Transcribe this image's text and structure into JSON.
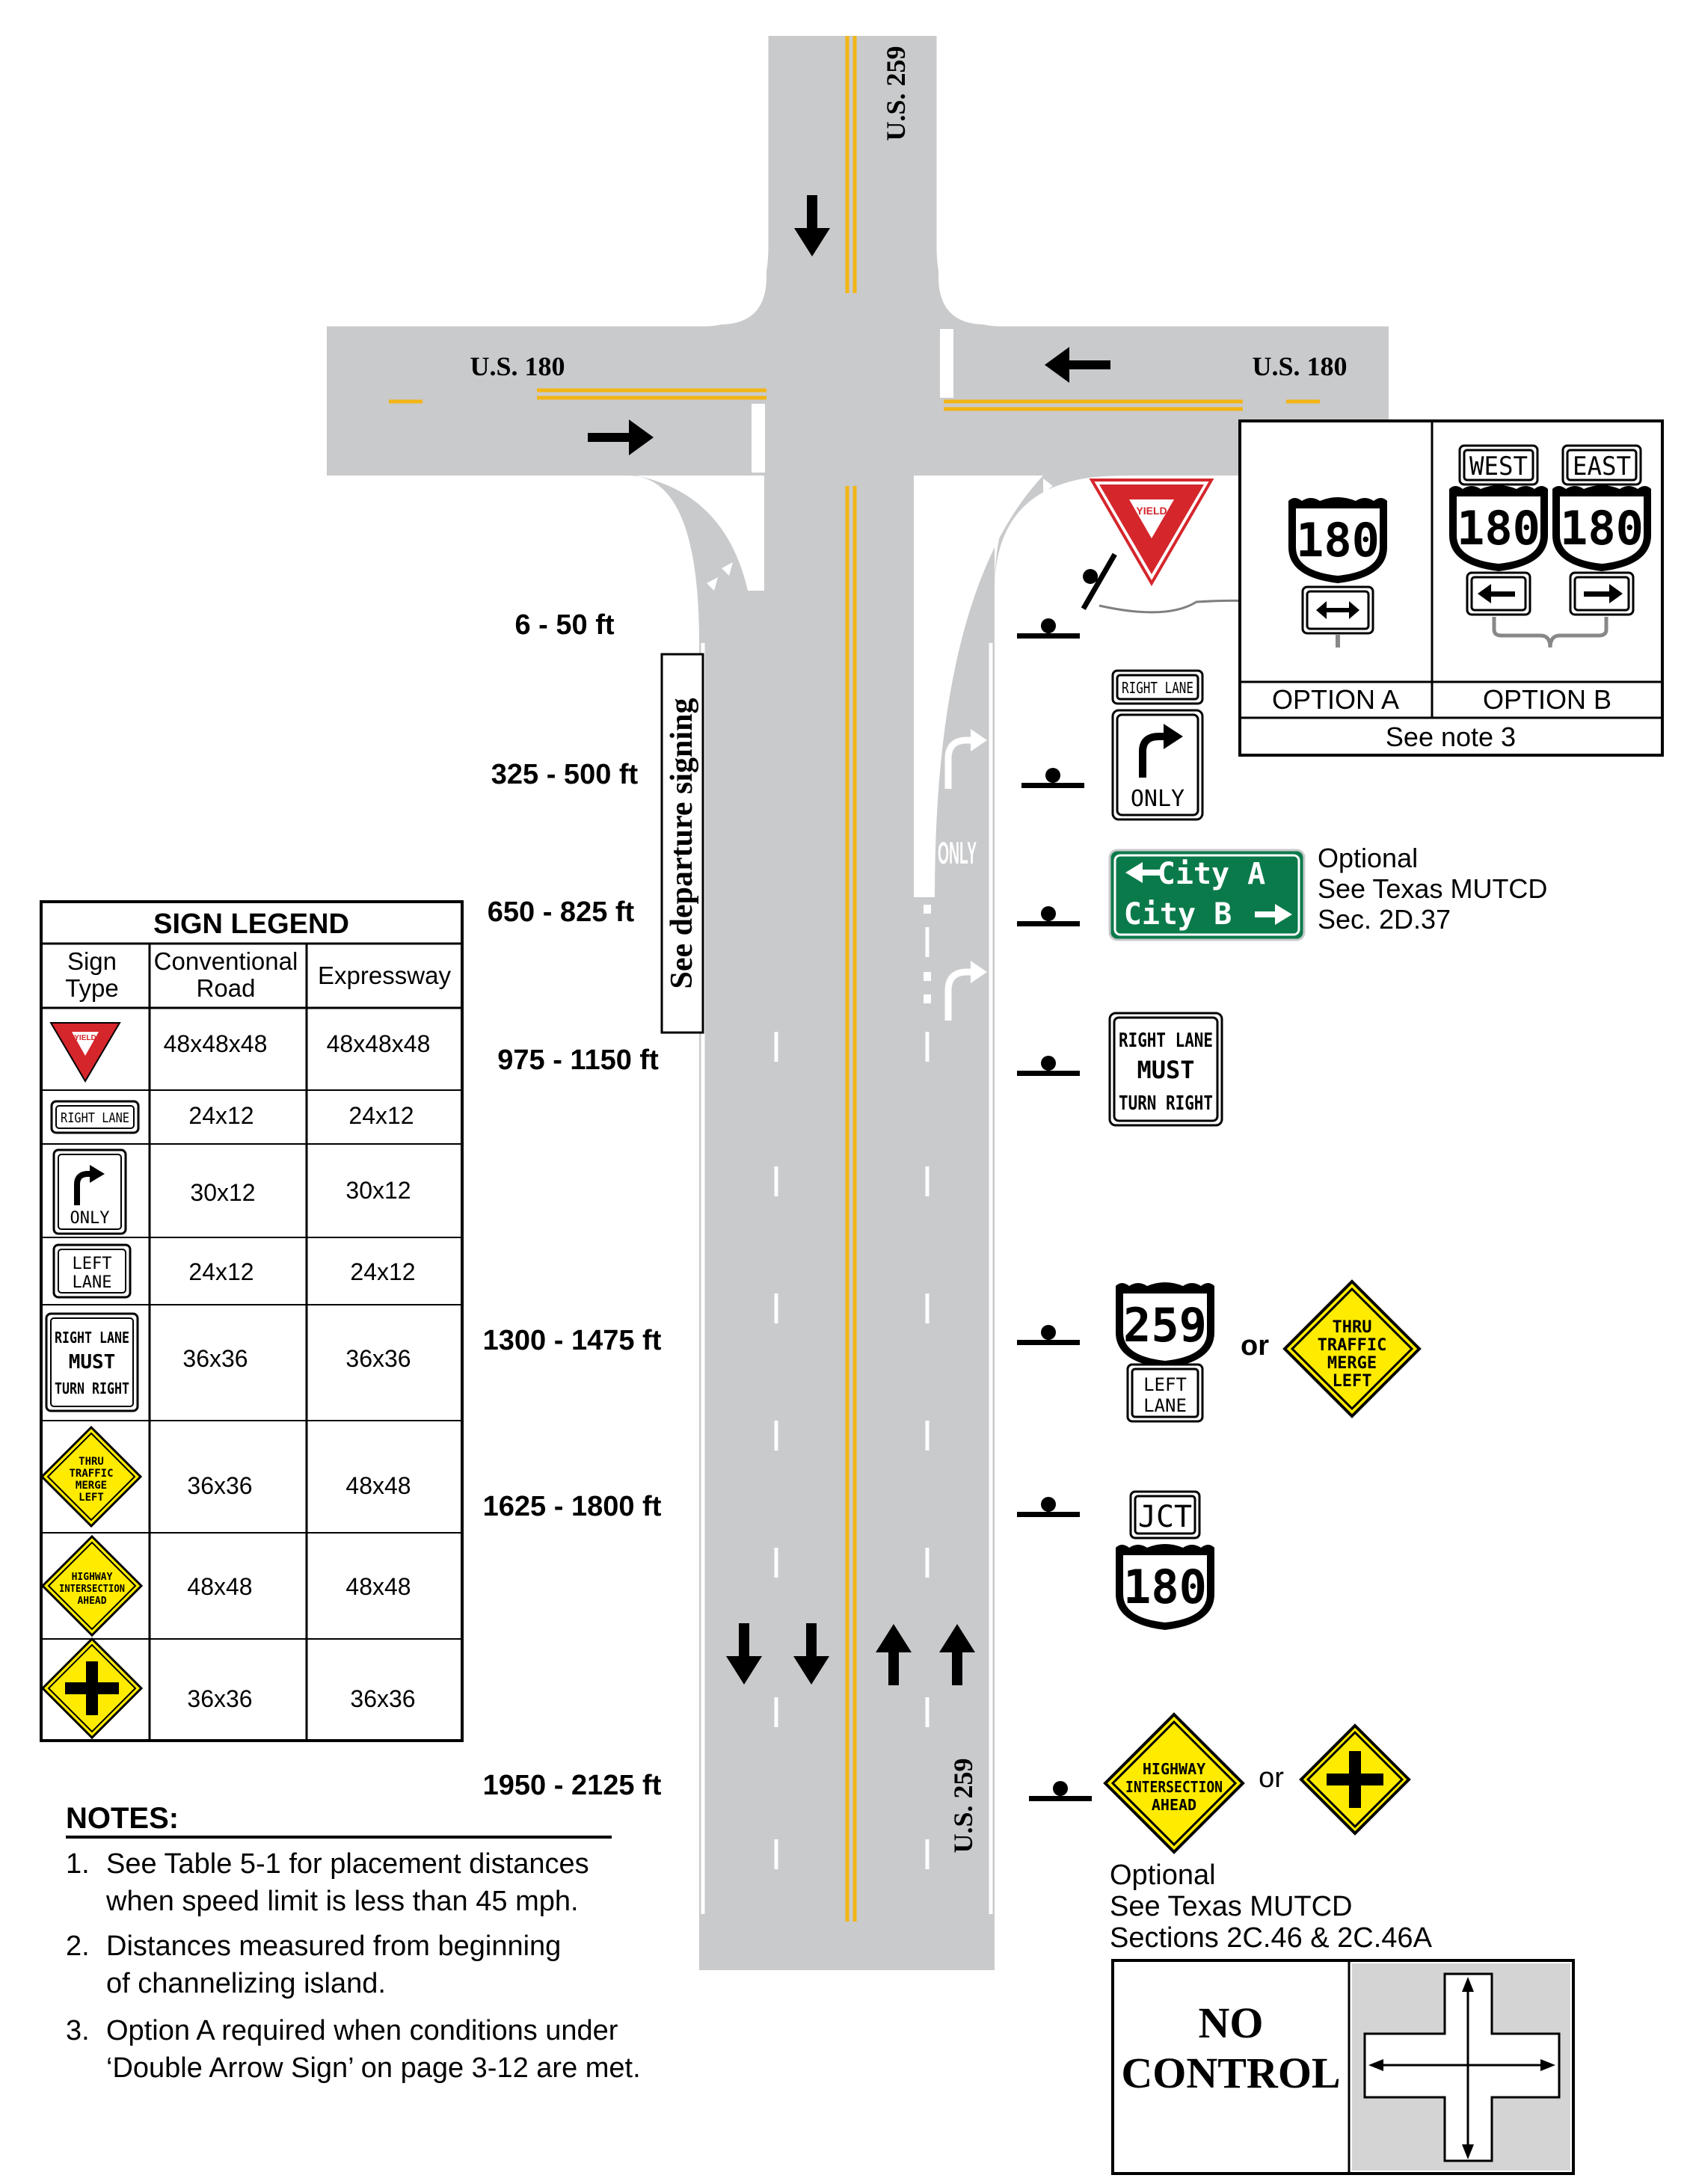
{
  "roads": {
    "north_south": "U.S. 259",
    "east_west": "U.S. 180"
  },
  "left_side_label": "See departure signing",
  "pavement_word": "ONLY",
  "distances": [
    "6 - 50 ft",
    "325 - 500 ft",
    "650 - 825 ft",
    "975 - 1150 ft",
    "1300 - 1475 ft",
    "1625 - 1800 ft",
    "1950 - 2125 ft"
  ],
  "signs": {
    "yield": "YIELD",
    "right_lane": "RIGHT LANE",
    "only": "ONLY",
    "guide_line1": "City A",
    "guide_line2": "City B",
    "must_line1": "RIGHT LANE",
    "must_line2": "MUST",
    "must_line3": "TURN RIGHT",
    "route_259": "259",
    "left_line1": "LEFT",
    "left_line2": "LANE",
    "or": "or",
    "thru_line1": "THRU",
    "thru_line2": "TRAFFIC",
    "thru_line3": "MERGE",
    "thru_line4": "LEFT",
    "jct": "JCT",
    "route_180": "180",
    "hwy_line1": "HIGHWAY",
    "hwy_line2": "INTERSECTION",
    "hwy_line3": "AHEAD"
  },
  "optional_guide": {
    "line1": "Optional",
    "line2": "See Texas MUTCD",
    "line3": "Sec. 2D.37"
  },
  "optional_warning": {
    "line1": "Optional",
    "line2": "See Texas MUTCD",
    "line3": "Sections 2C.46 & 2C.46A"
  },
  "options_box": {
    "west": "WEST",
    "east": "EAST",
    "option_a": "OPTION A",
    "option_b": "OPTION B",
    "note": "See note 3"
  },
  "legend": {
    "title": "SIGN LEGEND",
    "headers": [
      "Sign\nType",
      "Conventional\nRoad",
      "Expressway"
    ],
    "rows": [
      {
        "sign": "yield",
        "conventional": "48x48x48",
        "expressway": "48x48x48"
      },
      {
        "sign": "right-lane",
        "conventional": "24x12",
        "expressway": "24x12"
      },
      {
        "sign": "right-turn-only",
        "conventional": "30x12",
        "expressway": "30x12"
      },
      {
        "sign": "left-lane",
        "conventional": "24x12",
        "expressway": "24x12"
      },
      {
        "sign": "right-lane-must-turn-right",
        "conventional": "36x36",
        "expressway": "36x36"
      },
      {
        "sign": "thru-traffic-merge-left",
        "conventional": "36x36",
        "expressway": "48x48"
      },
      {
        "sign": "highway-intersection-ahead",
        "conventional": "48x48",
        "expressway": "48x48"
      },
      {
        "sign": "cross-road",
        "conventional": "36x36",
        "expressway": "36x36"
      }
    ]
  },
  "notes": {
    "title": "NOTES:",
    "n1_num": "1.",
    "n1_a": "See Table 5-1 for placement distances",
    "n1_b": "when speed limit is less than 45 mph.",
    "n2_num": "2.",
    "n2_a": "Distances measured from beginning",
    "n2_b": "of channelizing island.",
    "n3_num": "3.",
    "n3_a": "Option A required when conditions under",
    "n3_b": "‘Double Arrow Sign’ on page 3-12 are met."
  },
  "control_box": {
    "line1": "NO",
    "line2": "CONTROL"
  },
  "colors": {
    "pavement": "#c9cacc",
    "yellow_line": "#f2b515",
    "yield_red": "#d5262c",
    "guide_green": "#0b7a4b",
    "warning_yellow": "#ffeb00"
  }
}
